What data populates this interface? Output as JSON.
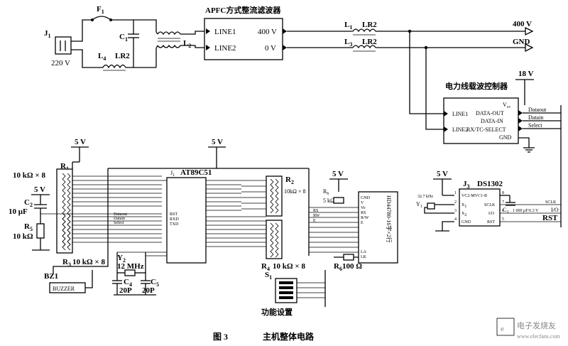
{
  "top": {
    "j1": "J",
    "j1_sub": "1",
    "mains": "220 V",
    "f1": "F",
    "f1_sub": "1",
    "c1": "C",
    "c1_sub": "1",
    "l4": "L",
    "l4_sub": "4",
    "lr2_a": "LR2",
    "l2": "L",
    "l2_sub": "2",
    "apfc_title": "APFC方式整流滤波器",
    "line1": "LINE1",
    "line2": "LINE2",
    "out400": "400 V",
    "out0": "0 V",
    "l1": "L",
    "l1_sub": "1",
    "l3": "L",
    "l3_sub": "3",
    "lr2_b": "LR2",
    "lr2_c": "LR2",
    "v400": "400 V",
    "gnd": "GND"
  },
  "plc": {
    "title": "电力线载波控制器",
    "v18": "18 V",
    "vcc": "V",
    "vcc_sub": "cc",
    "line1": "LINE1",
    "line2": "LINE2",
    "data_out": "DATA-OUT",
    "data_in": "DATA-IN",
    "rxtx": "RX/TC-SELECT",
    "gnd": "GND",
    "dataout": "Dataout",
    "datain": "Datain",
    "select": "Select"
  },
  "mcu": {
    "v5_a": "5 V",
    "v5_b": "5 V",
    "r1": "R",
    "r1_sub": "1",
    "r1_val": "10 kΩ × 8",
    "v5_c": "5 V",
    "c2": "C",
    "c2_sub": "2",
    "c2_val": "10 μF",
    "r5": "R",
    "r5_sub": "5",
    "r5_val": "10 kΩ",
    "chip_ref": "J",
    "chip_ref_sub": "1",
    "chip_name": "AT89C51",
    "r2": "R",
    "r2_sub": "2",
    "r2_val": "10kΩ × 8",
    "r3": "R",
    "r3_sub": "3",
    "r3_val": "10 kΩ × 8",
    "y2": "Y",
    "y2_sub": "2",
    "y2_val": "12 MHz",
    "c4": "C",
    "c4_sub": "4",
    "c5": "C",
    "c5_sub": "5",
    "c_val": "20P",
    "c_val2": "20P",
    "buzzer_ref": "BZ1",
    "buzzer": "BUZZER",
    "r4": "R",
    "r4_sub": "4",
    "r4_val": "10 kΩ × 8",
    "s1": "S",
    "s1_sub": "1",
    "func_set": "功能设置",
    "sig_dataout": "Dataout",
    "sig_datain": "Datain",
    "sig_select": "Select",
    "sig_rst": "RST",
    "sig_rxd": "RXD",
    "sig_txd": "TXD"
  },
  "lcd": {
    "v5": "5 V",
    "r6": "R",
    "r6_sub": "6",
    "r6_val": "5 kΩ",
    "r6b": "R",
    "r6b_sub": "6",
    "r6b_val": "100 Ω",
    "name": "HD44780-16字×2行",
    "pins": [
      "GND",
      "V",
      "Vo",
      "RS",
      "R/W",
      "E",
      "",
      "",
      "",
      "",
      "",
      "",
      "",
      "",
      "LA",
      "LK"
    ],
    "left_pins": [
      "RS",
      "RW",
      "E"
    ]
  },
  "rtc": {
    "v5": "5 V",
    "ref": "J",
    "ref_sub": "3",
    "name": "DS1302",
    "xtal": "32.7 kHz",
    "y1": "Y",
    "y1_sub": "1",
    "vc2": "VC2-MVC1-B",
    "x1": "X",
    "x1_sub": "1",
    "x2": "X",
    "x2_sub": "2",
    "gnd": "GND",
    "sclk": "SCLK",
    "io": "I/O",
    "rst": "RST",
    "c3": "C",
    "c3_sub": "3",
    "c3_val": "1 000 μF/6.3 V",
    "p1": "1",
    "p2": "2",
    "p3": "3",
    "p4": "4",
    "p5": "5",
    "p6": "6",
    "p7": "7",
    "p8": "8",
    "out_sclk": "SCLK",
    "out_io": "I/O",
    "out_rst": "RST"
  },
  "caption": {
    "fig": "图 3",
    "title": "主机整体电路"
  },
  "watermark": {
    "text1": "电子发烧友",
    "text2": "www.elecfans.com"
  }
}
